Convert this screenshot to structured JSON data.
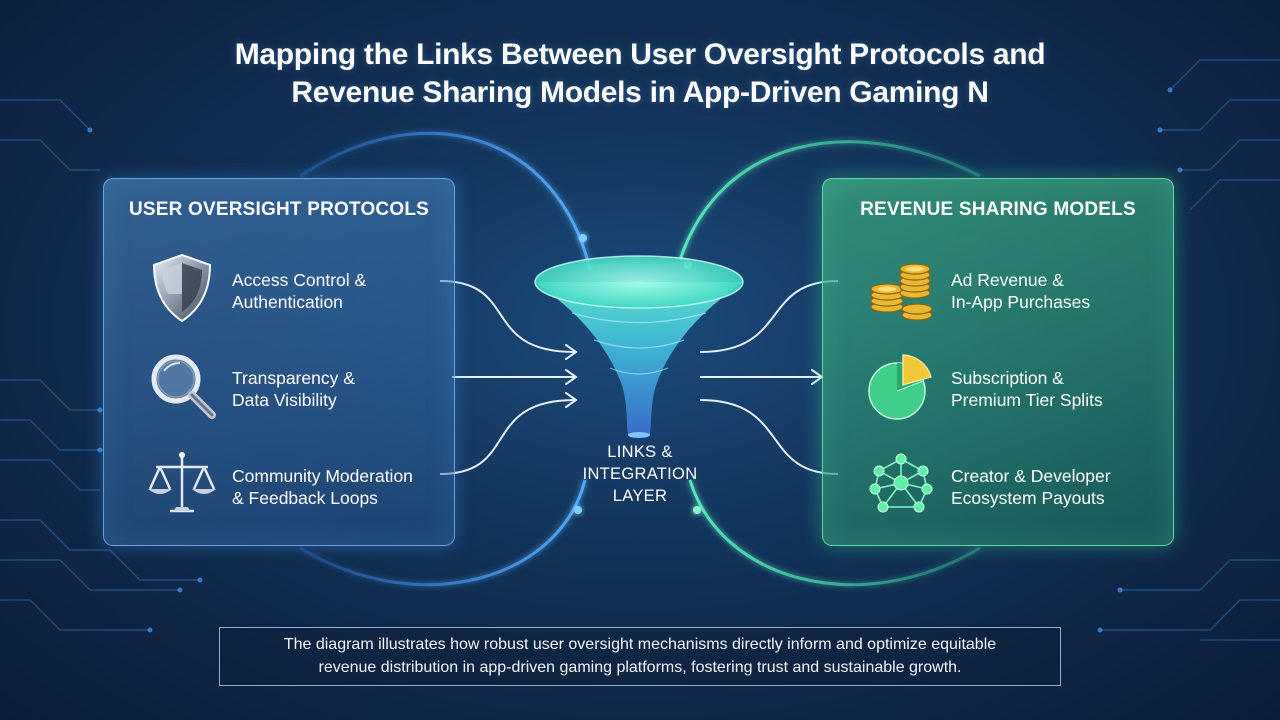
{
  "title": {
    "line1": "Mapping the Links Between User Oversight Protocols and",
    "line2": "Revenue Sharing Models in App-Driven Gaming N"
  },
  "left_panel": {
    "title": "USER OVERSIGHT PROTOCOLS",
    "items": [
      {
        "icon": "shield-icon",
        "line1": "Access Control &",
        "line2": "Authentication"
      },
      {
        "icon": "magnifier-icon",
        "line1": "Transparency &",
        "line2": "Data Visibility"
      },
      {
        "icon": "scales-icon",
        "line1": "Community Moderation",
        "line2": "& Feedback Loops"
      }
    ]
  },
  "center": {
    "icon": "funnel-icon",
    "line1": "LINKS &",
    "line2": "INTEGRATION",
    "line3": "LAYER"
  },
  "right_panel": {
    "title": "REVENUE SHARING MODELS",
    "items": [
      {
        "icon": "coins-icon",
        "line1": "Ad Revenue &",
        "line2": "In-App Purchases"
      },
      {
        "icon": "pie-chart-icon",
        "line1": "Subscription &",
        "line2": "Premium Tier Splits"
      },
      {
        "icon": "network-icon",
        "line1": "Creator & Developer",
        "line2": "Ecosystem Payouts"
      }
    ]
  },
  "caption": {
    "line1": "The diagram illustrates how robust user oversight mechanisms directly inform and optimize equitable",
    "line2": "revenue distribution in app-driven gaming platforms, fostering trust and sustainable growth."
  },
  "colors": {
    "background": "#123156",
    "left_accent": "#6fb8ff",
    "right_accent": "#5ef0b0",
    "funnel_top": "#4fd8c8",
    "funnel_bottom": "#3a7fd8"
  }
}
